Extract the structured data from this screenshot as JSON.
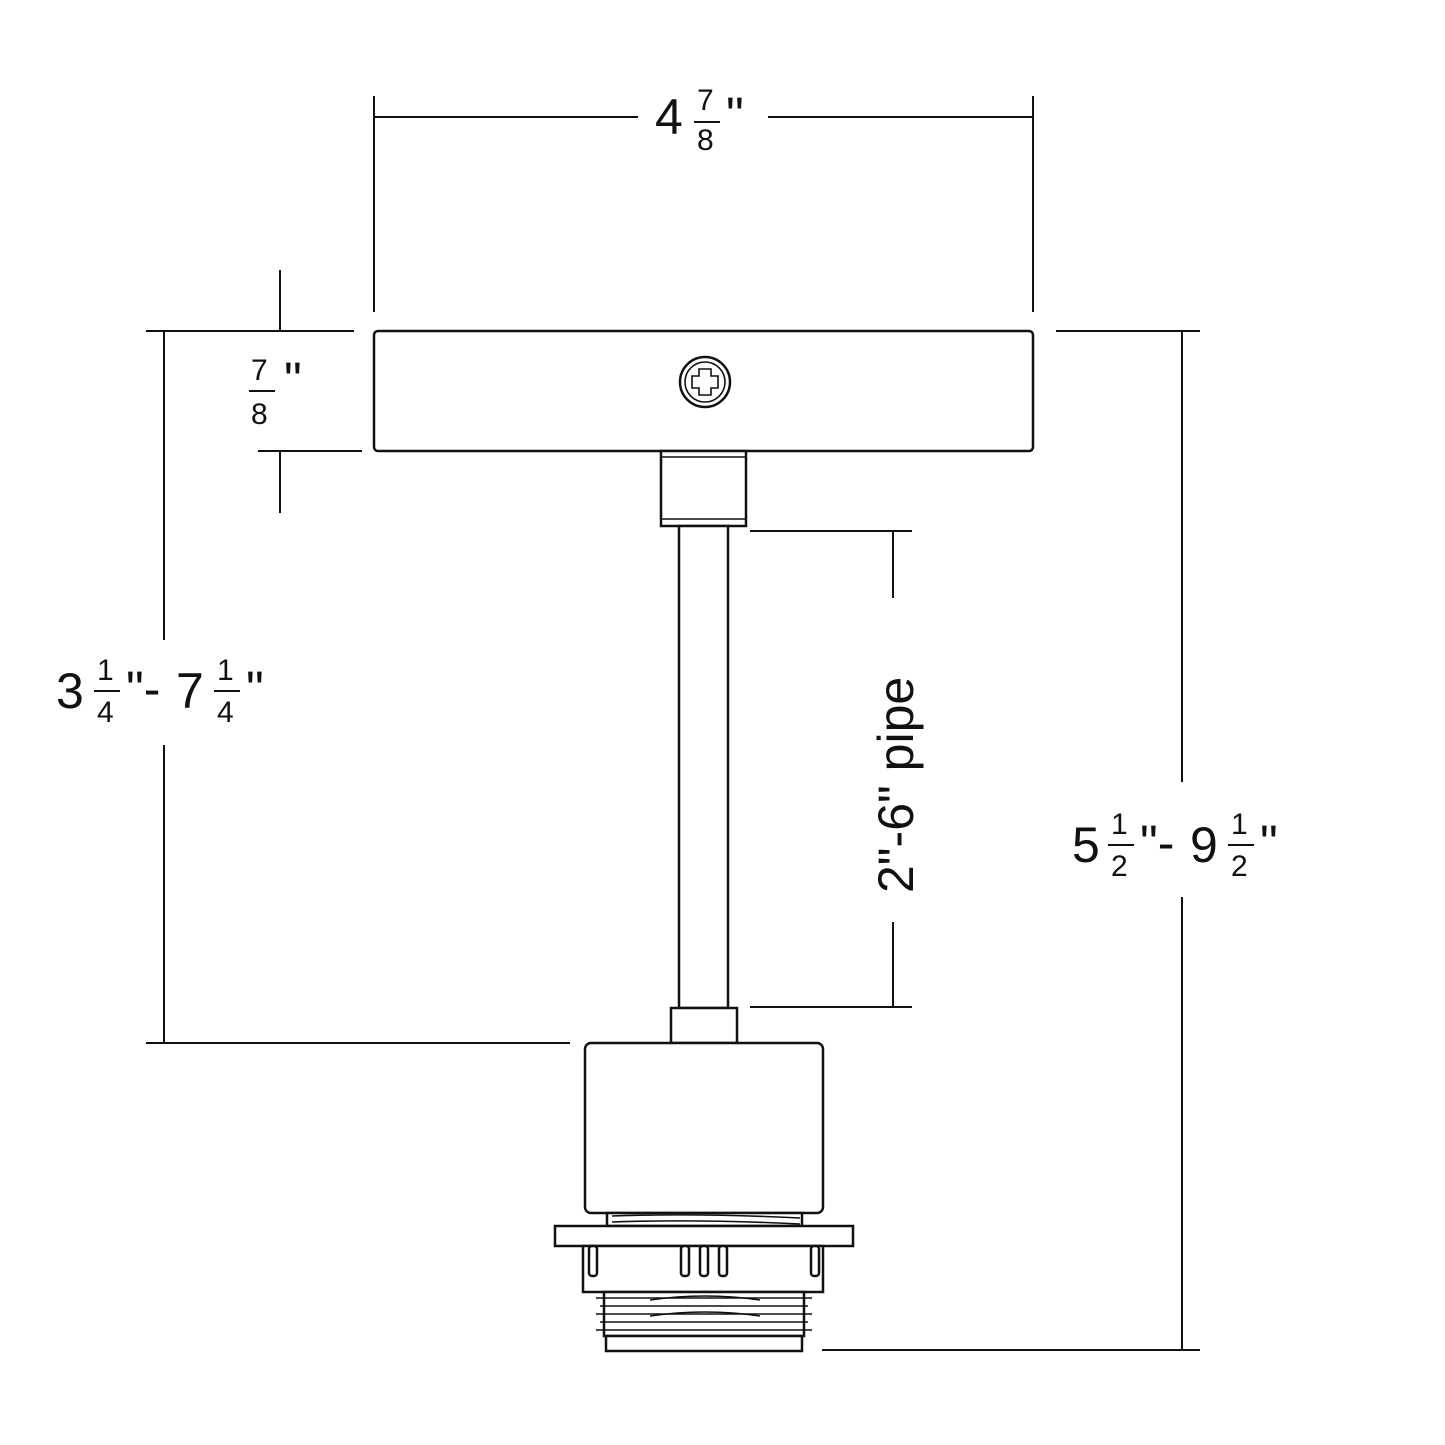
{
  "dimensions": {
    "canopy_width": {
      "whole": "4",
      "num": "7",
      "den": "8",
      "unit": "\""
    },
    "canopy_height": {
      "num": "7",
      "den": "8",
      "unit": "\""
    },
    "drop_range": {
      "min_whole": "3",
      "min_num": "1",
      "min_den": "4",
      "sep": "\"-",
      "max_whole": "7",
      "max_num": "1",
      "max_den": "4",
      "unit": "\""
    },
    "pipe": {
      "label": "2\"-6\" pipe"
    },
    "overall_range": {
      "min_whole": "5",
      "min_num": "1",
      "min_den": "2",
      "sep": "\"-",
      "max_whole": "9",
      "max_num": "1",
      "max_den": "2",
      "unit": "\""
    }
  },
  "colors": {
    "line": "#111111",
    "background": "#ffffff"
  },
  "icons": {
    "screw": "phillips-screw-icon"
  }
}
